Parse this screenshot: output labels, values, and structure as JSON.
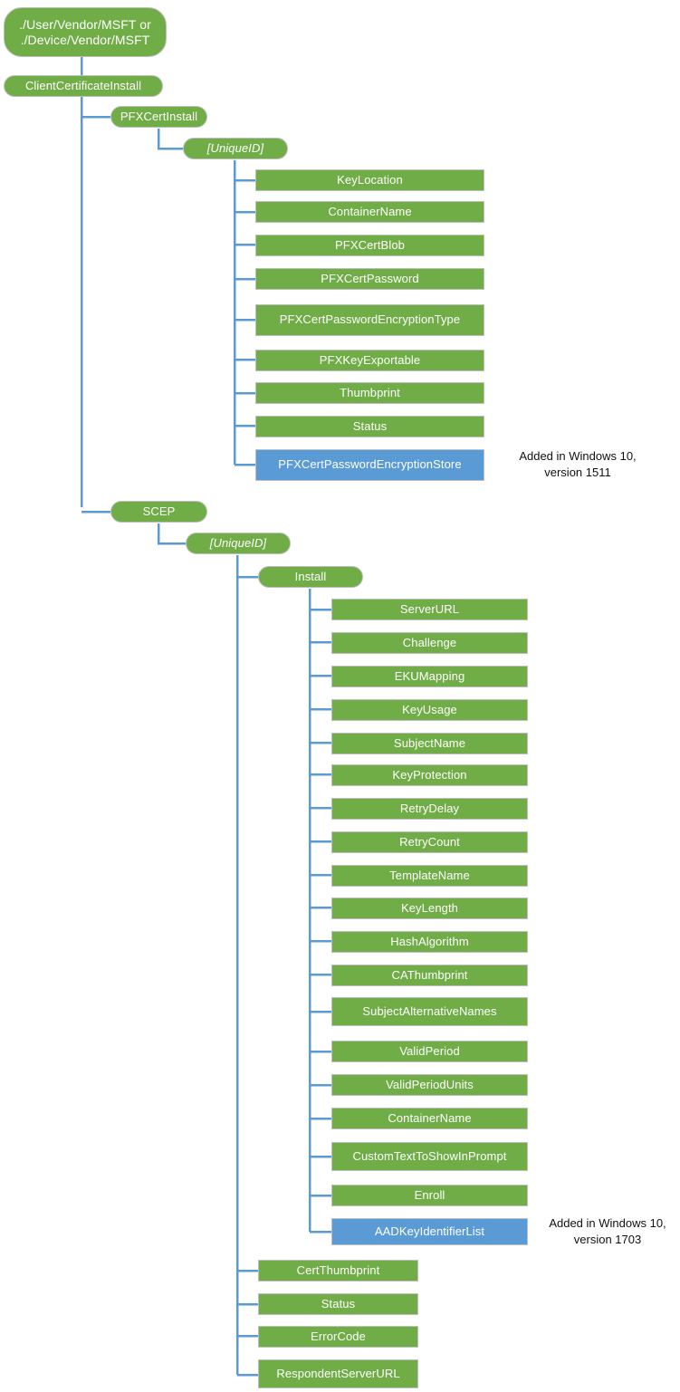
{
  "diagram": {
    "title": "ClientCertificateInstall CSP tree",
    "colors": {
      "node_green": "#70AD47",
      "node_blue": "#5B9BD5",
      "connector": "#5B9BD5",
      "border": "#BFBFBF",
      "background": "#FFFFFF",
      "text": "#FFFFFF",
      "note_text": "#111111"
    },
    "root": {
      "label": "./User/Vendor/MSFT or\n./Device/Vendor/MSFT"
    },
    "level1": {
      "label": "ClientCertificateInstall"
    },
    "branches": [
      {
        "label": "PFXCertInstall",
        "child": {
          "label": "[UniqueID]",
          "italic": true
        },
        "leaves": [
          {
            "label": "KeyLocation",
            "color": "green"
          },
          {
            "label": "ContainerName",
            "color": "green"
          },
          {
            "label": "PFXCertBlob",
            "color": "green"
          },
          {
            "label": "PFXCertPassword",
            "color": "green"
          },
          {
            "label": "PFXCertPasswordEncryptionType",
            "color": "green"
          },
          {
            "label": "PFXKeyExportable",
            "color": "green"
          },
          {
            "label": "Thumbprint",
            "color": "green"
          },
          {
            "label": "Status",
            "color": "green"
          },
          {
            "label": "PFXCertPasswordEncryptionStore",
            "color": "blue"
          }
        ],
        "note": "Added in Windows 10,\nversion 1511"
      },
      {
        "label": "SCEP",
        "child": {
          "label": "[UniqueID]",
          "italic": true
        },
        "install": {
          "label": "Install",
          "leaves": [
            {
              "label": "ServerURL",
              "color": "green"
            },
            {
              "label": "Challenge",
              "color": "green"
            },
            {
              "label": "EKUMapping",
              "color": "green"
            },
            {
              "label": "KeyUsage",
              "color": "green"
            },
            {
              "label": "SubjectName",
              "color": "green"
            },
            {
              "label": "KeyProtection",
              "color": "green"
            },
            {
              "label": "RetryDelay",
              "color": "green"
            },
            {
              "label": "RetryCount",
              "color": "green"
            },
            {
              "label": "TemplateName",
              "color": "green"
            },
            {
              "label": "KeyLength",
              "color": "green"
            },
            {
              "label": "HashAlgorithm",
              "color": "green"
            },
            {
              "label": "CAThumbprint",
              "color": "green"
            },
            {
              "label": "SubjectAlternativeNames",
              "color": "green"
            },
            {
              "label": "ValidPeriod",
              "color": "green"
            },
            {
              "label": "ValidPeriodUnits",
              "color": "green"
            },
            {
              "label": "ContainerName",
              "color": "green"
            },
            {
              "label": "CustomTextToShowInPrompt",
              "color": "green"
            },
            {
              "label": "Enroll",
              "color": "green"
            },
            {
              "label": "AADKeyIdentifierList",
              "color": "blue"
            }
          ],
          "note": "Added in Windows 10,\nversion 1703"
        },
        "leaves": [
          {
            "label": "CertThumbprint",
            "color": "green"
          },
          {
            "label": "Status",
            "color": "green"
          },
          {
            "label": "ErrorCode",
            "color": "green"
          },
          {
            "label": "RespondentServerURL",
            "color": "green"
          }
        ]
      }
    ]
  }
}
